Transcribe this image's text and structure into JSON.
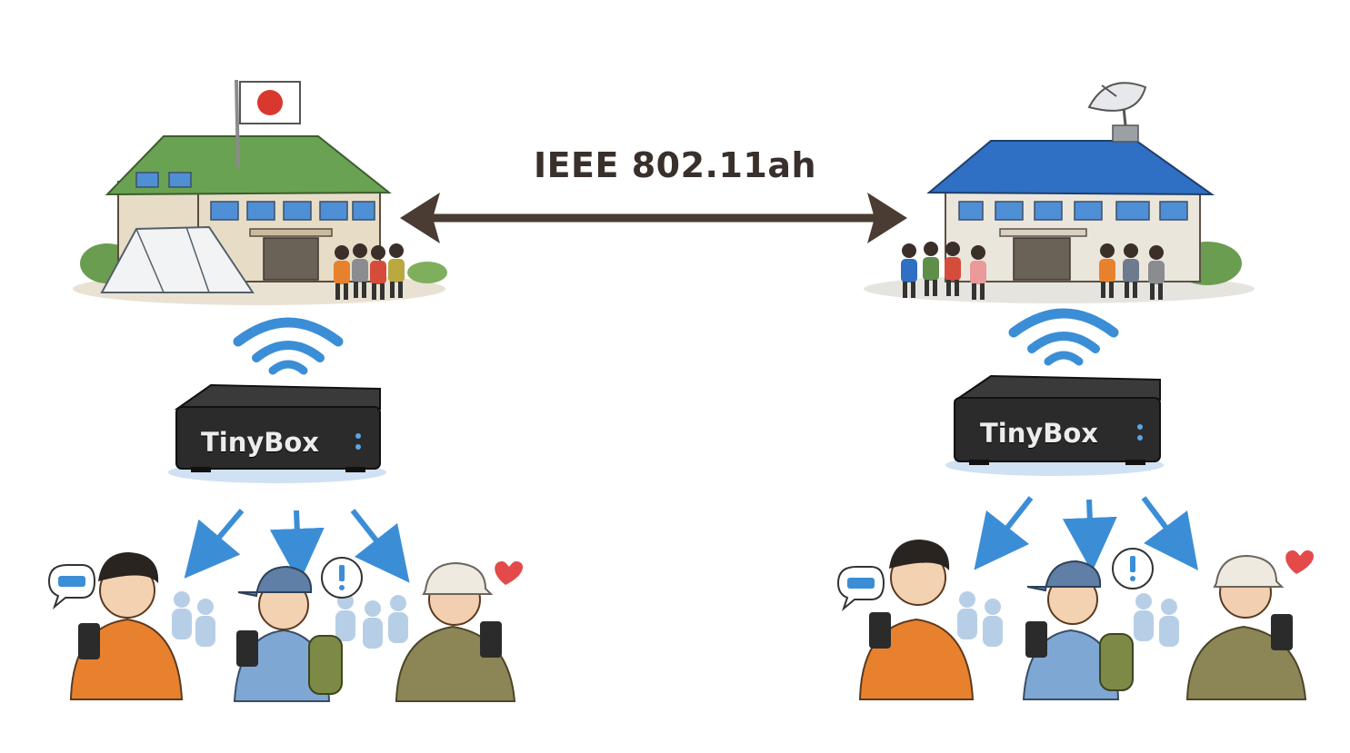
{
  "link": {
    "label": "IEEE 802.11ah"
  },
  "sites": [
    {
      "name": "left",
      "roof_color": "#5a9a47",
      "box_label": "TinyBox"
    },
    {
      "name": "right",
      "roof_color": "#2f6fc4",
      "box_label": "TinyBox"
    }
  ],
  "colors": {
    "arrow_link": "#4a3b33",
    "wifi": "#3b8ed6",
    "down_arrow": "#3b8ed6",
    "box_body": "#2b2b2b",
    "crowd": "#b7cfe6",
    "jacket_orange": "#e8812e",
    "jacket_blue": "#7ea7d4",
    "jacket_olive": "#8c8556",
    "heart": "#e44a4a",
    "flag_dot": "#d8382e"
  },
  "icons": [
    "flag-icon",
    "satellite-dish-icon",
    "wifi-icon",
    "chat-bubble-icon",
    "exclamation-icon",
    "heart-icon",
    "smartphone-icon"
  ]
}
